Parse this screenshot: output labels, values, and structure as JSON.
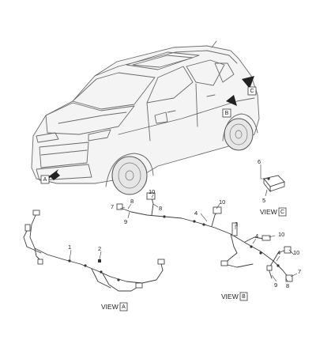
{
  "callouts": {
    "a": "A",
    "b": "B",
    "c": "C"
  },
  "views": {
    "view_a": {
      "prefix": "VIEW",
      "letter": "A"
    },
    "view_b": {
      "prefix": "VIEW",
      "letter": "B"
    },
    "view_c": {
      "prefix": "VIEW",
      "letter": "C"
    }
  },
  "part_numbers": {
    "n1": "1",
    "n2": "2",
    "n3": "3",
    "n4a": "4",
    "n4b": "4",
    "n4c": "4",
    "n5": "5",
    "n6": "6",
    "n7a": "7",
    "n7b": "7",
    "n8a": "8",
    "n8b": "8",
    "n8c": "8",
    "n9a": "9",
    "n9b": "9",
    "n10a": "10",
    "n10b": "10",
    "n10c": "10",
    "n10d": "10"
  },
  "icons": {
    "vehicle": "suv-outline-icon",
    "arrow": "view-arrow-icon"
  }
}
